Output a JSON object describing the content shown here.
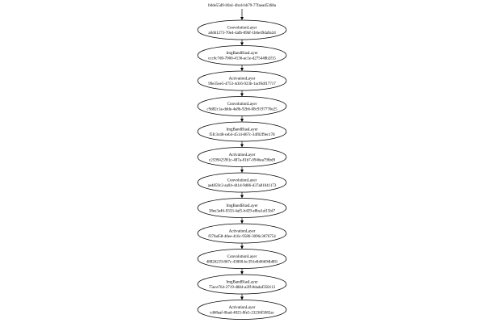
{
  "diagram": {
    "top_label": "b0de55d9-b9a1-4bcd-bb79-77faead5368a",
    "nodes": [
      {
        "type": "ConvolutionLayer",
        "id": "a0d61273-70e4-4afb-89bf-1b6e49da9a2d"
      },
      {
        "type": "ImgBandBiasLayer",
        "id": "ccc6c7d0-7060-4136-ac1e-d275448b2f15"
      },
      {
        "type": "ActivationLayer",
        "id": "99e35ee5-4753-4d16-923b-1acf6df17717"
      },
      {
        "type": "ConvolutionLayer",
        "id": "c9d82c1a-ddde-4e8b-92b6-08c9197770e25"
      },
      {
        "type": "ImgBandBiasLayer",
        "id": "f5fc3cd8-ceb4-4514-867c-34f02f9ec178"
      },
      {
        "type": "ActivationLayer",
        "id": "c25994259f1c-487a-81b7-0946ea79fbd9"
      },
      {
        "type": "ConvolutionLayer",
        "id": "ae4859c2-aa94-441d-9d86-d37a81041173"
      },
      {
        "type": "ImgBandBiasLayer",
        "id": "38ee3a46-0333-4af5-b429-e8ba1af15bf7"
      },
      {
        "type": "ActivationLayer",
        "id": "f37fad58-46ee-416c-9580-3096c3076754"
      },
      {
        "type": "ConvolutionLayer",
        "id": "48826219-867c-43000-bc39-b4b06694b881"
      },
      {
        "type": "ImgBandBiasLayer",
        "id": "75ece764-2719-4884-a2ff-8dadaf358113"
      },
      {
        "type": "ActivationLayer",
        "id": "cd68aaf-0bad-4825-8fe5-23236f5082ac"
      }
    ]
  }
}
